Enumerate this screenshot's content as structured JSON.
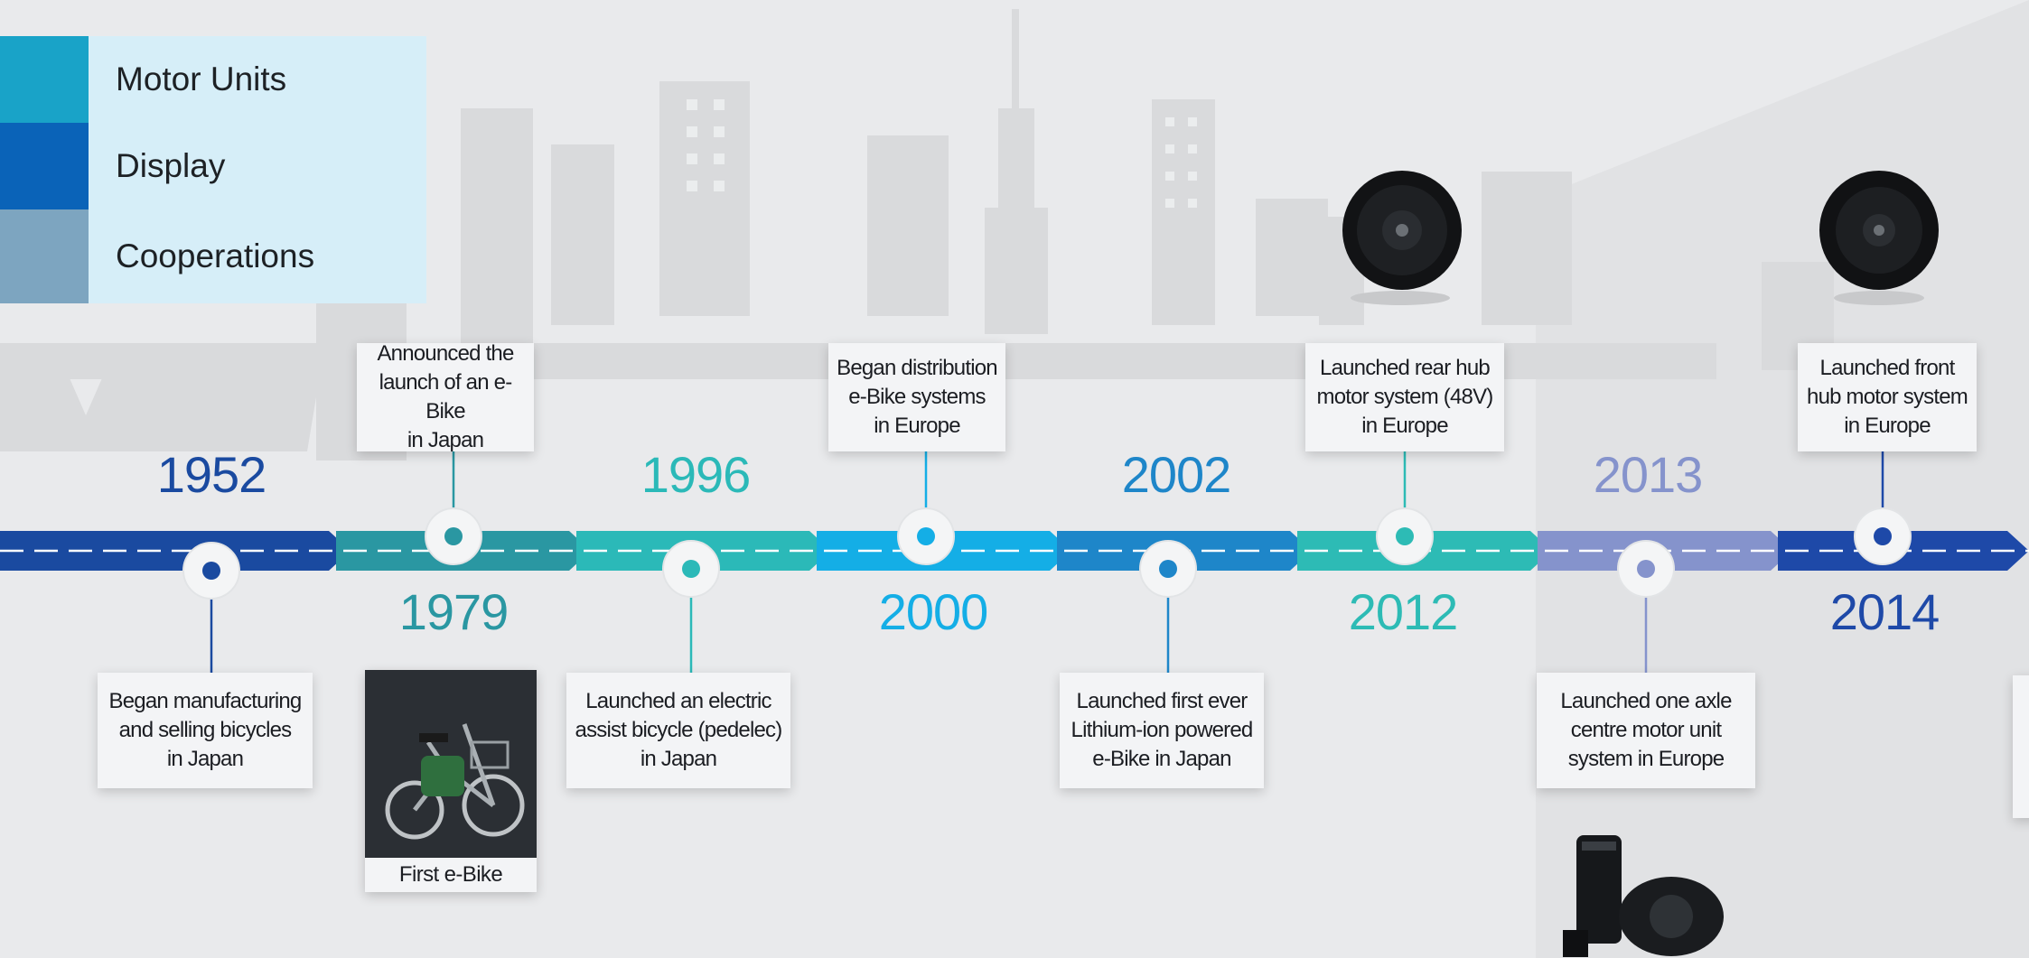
{
  "legend": [
    {
      "label": "Motor Units",
      "color": "#19a3c8"
    },
    {
      "label": "Display",
      "color": "#0a63b8"
    },
    {
      "label": "Cooperations",
      "color": "#7da5c0"
    }
  ],
  "colors": {
    "1952": "#1a4aa0",
    "1979": "#2a97a2",
    "1996": "#2bb9b8",
    "2000": "#14aee6",
    "2002": "#1e86c9",
    "2012": "#2dbbb5",
    "2013": "#8593cc",
    "2014": "#1e49a8"
  },
  "milestones": [
    {
      "year": "1952",
      "text": [
        "Began manufacturing",
        "and selling bicycles",
        "in Japan"
      ]
    },
    {
      "year": "1979",
      "text": [
        "Announced the",
        "launch of an e-Bike",
        "in Japan"
      ],
      "photo_caption": "First e-Bike"
    },
    {
      "year": "1996",
      "text": [
        "Launched an electric",
        "assist bicycle (pedelec)",
        "in Japan"
      ]
    },
    {
      "year": "2000",
      "text": [
        "Began distribution",
        "e-Bike systems",
        "in Europe"
      ]
    },
    {
      "year": "2002",
      "text": [
        "Launched first ever",
        "Lithium-ion powered",
        "e-Bike in Japan"
      ]
    },
    {
      "year": "2012",
      "text": [
        "Launched rear hub",
        "motor system (48V)",
        "in Europe"
      ]
    },
    {
      "year": "2013",
      "text": [
        "Launched one axle",
        "centre motor unit",
        "system in Europe"
      ]
    },
    {
      "year": "2014",
      "text": [
        "Launched front",
        "hub motor system",
        "in Europe"
      ]
    }
  ],
  "images": {
    "first_ebike": "first-ebike-photo",
    "rear_hub_motor": "hub-motor-image",
    "front_hub_motor": "hub-motor-image",
    "centre_motor": "centre-motor-unit-image"
  }
}
